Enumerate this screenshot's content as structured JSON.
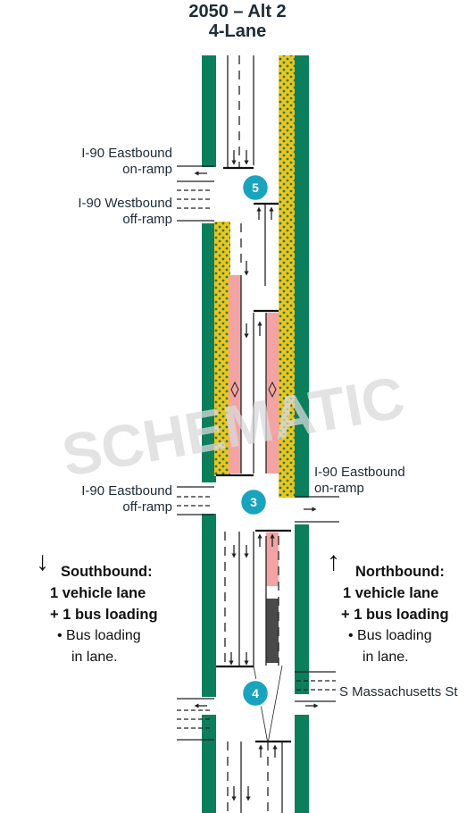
{
  "title": {
    "line1": "2050 – Alt 2",
    "line2": "4-Lane"
  },
  "watermark": "SCHEMATIC",
  "labels": {
    "i90_eb_on_top": [
      "I-90 Eastbound",
      "on-ramp"
    ],
    "i90_wb_off": [
      "I-90 Westbound",
      "off-ramp"
    ],
    "i90_eb_off": [
      "I-90 Eastbound",
      "off-ramp"
    ],
    "i90_eb_on_right": [
      "I-90 Eastbound",
      "on-ramp"
    ],
    "s_mass": "S Massachusetts St"
  },
  "nodes": [
    "5",
    "3",
    "4"
  ],
  "southbound": {
    "heading": "Southbound:",
    "line1": "1 vehicle lane",
    "line2": "+ 1 bus loading",
    "note1": "Bus loading",
    "note2": "in lane."
  },
  "northbound": {
    "heading": "Northbound:",
    "line1": "1 vehicle lane",
    "line2": "+ 1 bus loading",
    "note1": "Bus loading",
    "note2": "in lane."
  },
  "colors": {
    "green": "#0b7f5c",
    "yellow": "#f2c318",
    "pink": "#f3a3a3",
    "bus": "#4a4a4a",
    "node": "#19a3be"
  }
}
